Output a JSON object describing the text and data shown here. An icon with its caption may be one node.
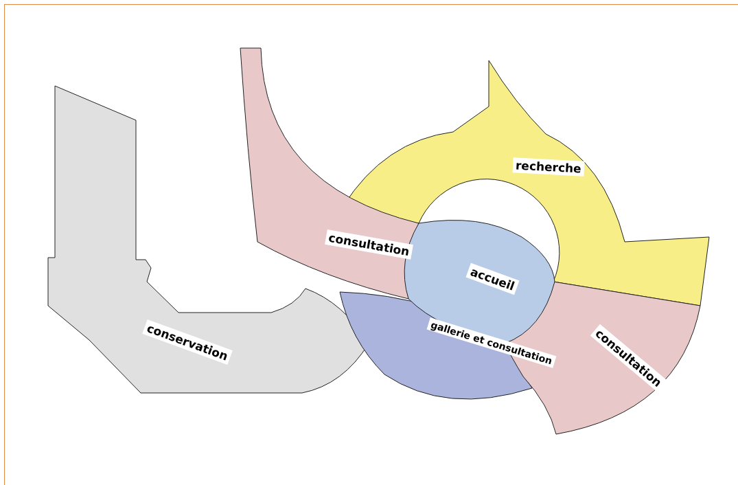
{
  "diagram": {
    "nodes": [
      {
        "text": [
          "conservation"
        ]
      },
      {
        "text": [
          "consultation"
        ]
      },
      {
        "text": [
          "recherche"
        ]
      },
      {
        "text": [
          "accueil"
        ]
      },
      {
        "text": [
          "gallerie et consultation"
        ]
      },
      {
        "text": [
          "consultation"
        ]
      }
    ]
  }
}
